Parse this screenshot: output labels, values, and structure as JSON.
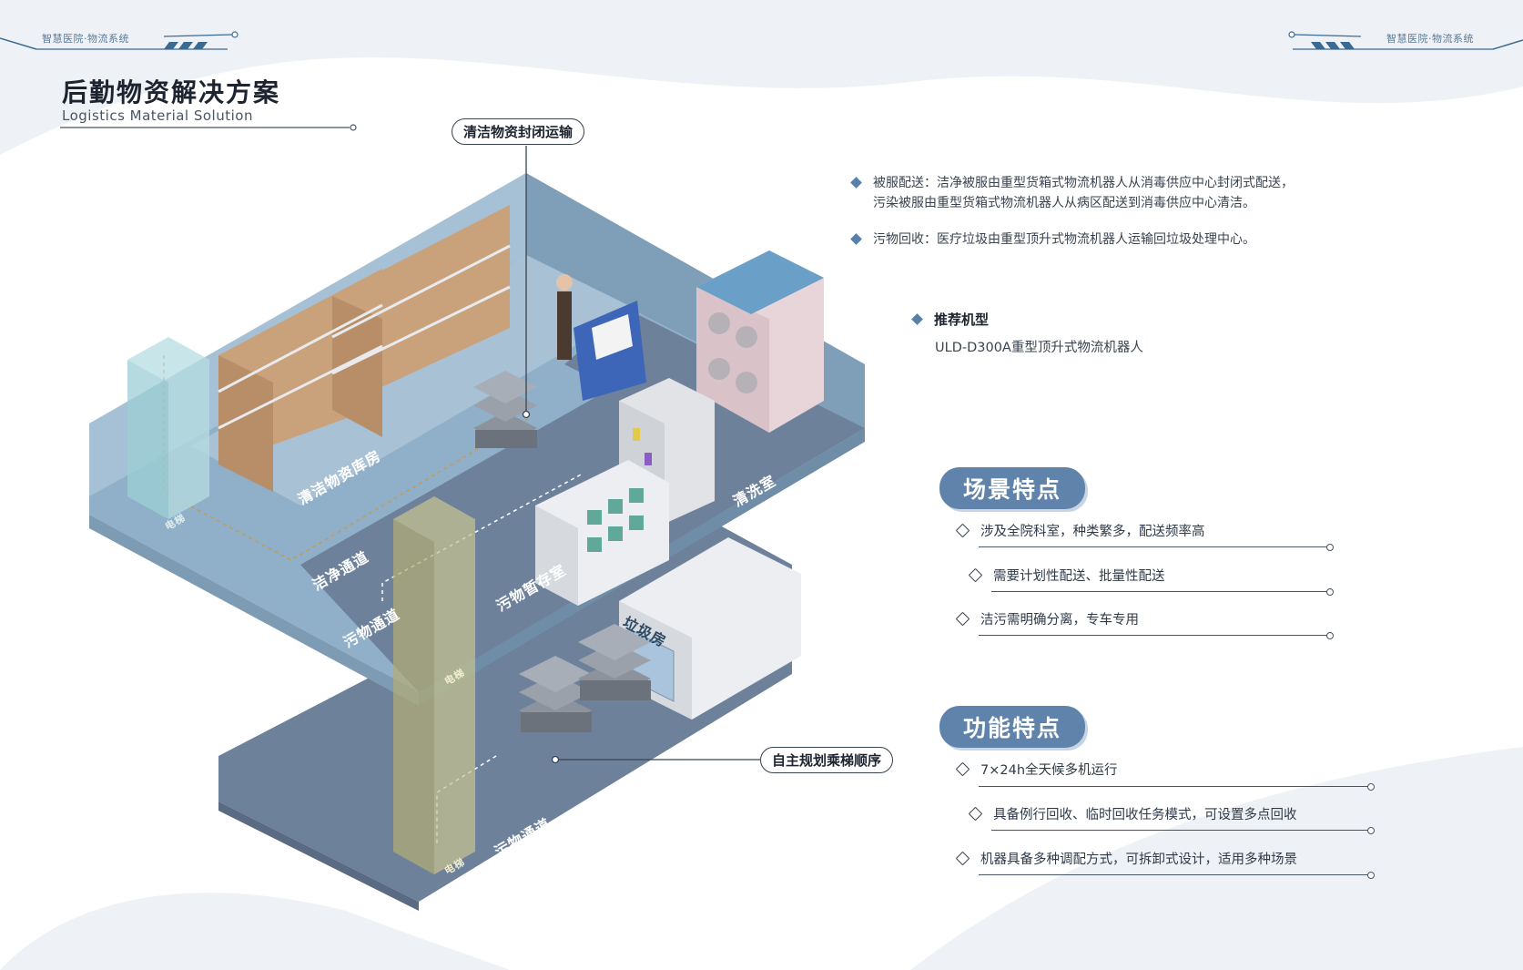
{
  "header": {
    "corner_left": "智慧医院·物流系统",
    "corner_right": "智慧医院·物流系统",
    "title_cn": "后勤物资解决方案",
    "title_en": "Logistics Material Solution"
  },
  "callouts": {
    "top": "清洁物资封闭运输",
    "bottom": "自主规划乘梯顺序"
  },
  "rooms": {
    "clean_storage": "清洁物资库房",
    "clean_channel": "洁净通道",
    "dirty_channel_upper": "污物通道",
    "dirty_storage": "污物暂存室",
    "washing_room": "清洗室",
    "garbage_room": "垃圾房",
    "dirty_channel_lower": "污物通道",
    "elevator_1": "电梯",
    "elevator_2": "电梯",
    "elevator_3": "电梯"
  },
  "description": {
    "items": [
      {
        "line1": "被服配送：洁净被服由重型货箱式物流机器人从消毒供应中心封闭式配送，",
        "line2": "污染被服由重型货箱式物流机器人从病区配送到消毒供应中心清洁。"
      },
      {
        "line1": "污物回收：医疗垃圾由重型顶升式物流机器人运输回垃圾处理中心。",
        "line2": ""
      }
    ]
  },
  "recommended": {
    "title": "推荐机型",
    "model": "ULD-D300A重型顶升式物流机器人"
  },
  "scene_features": {
    "title": "场景特点",
    "items": [
      "涉及全院科室，种类繁多，配送频率高",
      "需要计划性配送、批量性配送",
      "洁污需明确分离，专车专用"
    ]
  },
  "function_features": {
    "title": "功能特点",
    "items": [
      "7×24h全天候多机运行",
      "具备例行回收、临时回收任务模式，可设置多点回收",
      "机器具备多种调配方式，可拆卸式设计，适用多种场景"
    ]
  },
  "colors": {
    "accent": "#5f83aa",
    "floor_upper": "#8fb0c8",
    "floor_lower": "#6e819b",
    "wall": "#9fbbd0",
    "cardboard": "#c9a27c"
  }
}
